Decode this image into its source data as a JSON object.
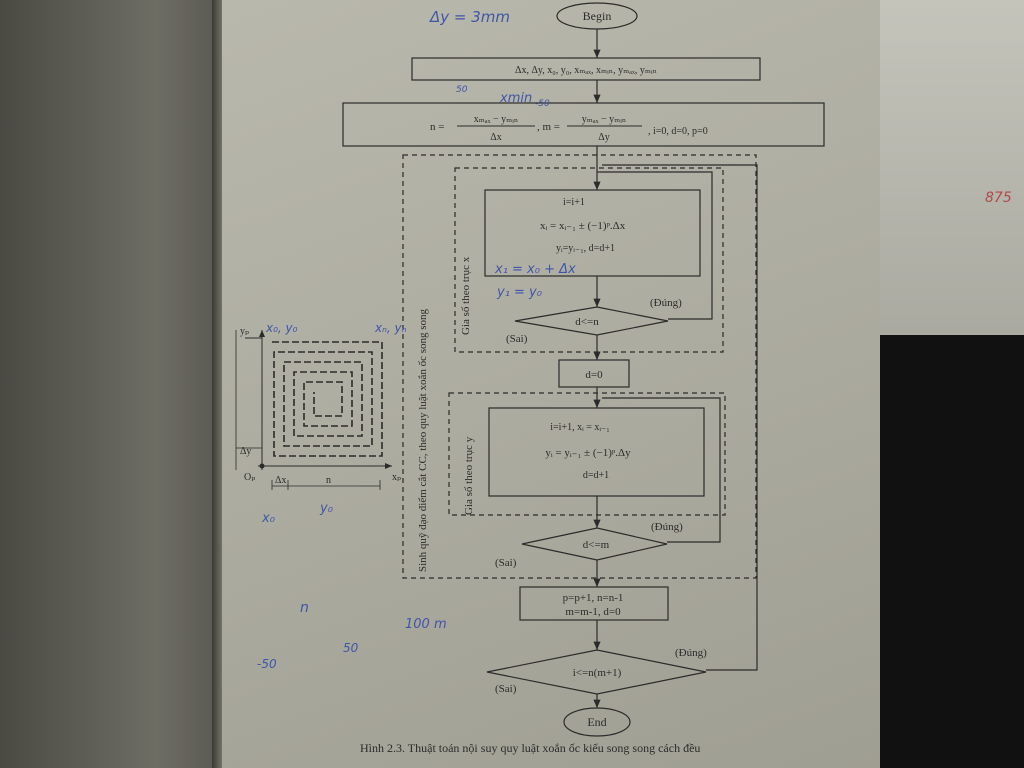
{
  "flowchart": {
    "begin": "Begin",
    "end": "End",
    "input_params": "Δx, Δy, x₀, y₀, xₘₐₓ, xₘᵢₙ, yₘₐₓ, yₘᵢₙ",
    "init": {
      "n_label": "n =",
      "n_num": "xₘₐₓ − yₘᵢₙ",
      "n_den": "Δx",
      "m_label": ", m =",
      "m_num": "yₘₐₓ − yₘᵢₙ",
      "m_den": "Δy",
      "counters": ", i=0, d=0, p=0"
    },
    "x_block": {
      "line1": "i=i+1",
      "line2": "xᵢ = xᵢ₋₁ ± (−1)ᵖ.Δx",
      "line3": "yᵢ=yᵢ₋₁, d=d+1"
    },
    "decision_x": "d<=n",
    "reset_d": "d=0",
    "y_block": {
      "line1": "i=i+1, xᵢ = xᵢ₋₁",
      "line2": "yᵢ = yᵢ₋₁ ± (−1)ᵖ.Δy",
      "line3": "d=d+1"
    },
    "decision_y": "d<=m",
    "update_block": {
      "line1": "p=p+1, n=n-1",
      "line2": "m=m-1, d=0"
    },
    "decision_final": "i<=n(m+1)",
    "yes": "(Đúng)",
    "no": "(Sai)",
    "group_outer": "Sinh quỹ đạo điểm cắt CC, theo quy luật xoắn ốc song song",
    "group_x": "Gia số theo trục x",
    "group_y": "Gia số theo trục y"
  },
  "spiral": {
    "yp": "yₚ",
    "xp": "xₚ",
    "op": "Oₚ",
    "dx": "Δx",
    "dy": "Δy",
    "n": "n"
  },
  "handwriting": {
    "dy_note": "Δy = 3mm",
    "xmin": "xmin",
    "n50": "50",
    "m50": "-50",
    "x1_note": "x₁ = x₀ + Δx",
    "y1_note": "y₁ = y₀",
    "x0y0": "x₀, y₀",
    "xnyn": "xₙ, yₙ",
    "x0": "x₀",
    "y0": "y₀",
    "n": "n",
    "fifty": "50",
    "neg50": "-50",
    "hundred": "100 m",
    "margin": "875"
  },
  "caption": "Hình 2.3. Thuật toán nội suy quy luật xoắn ốc kiểu song song cách đều"
}
